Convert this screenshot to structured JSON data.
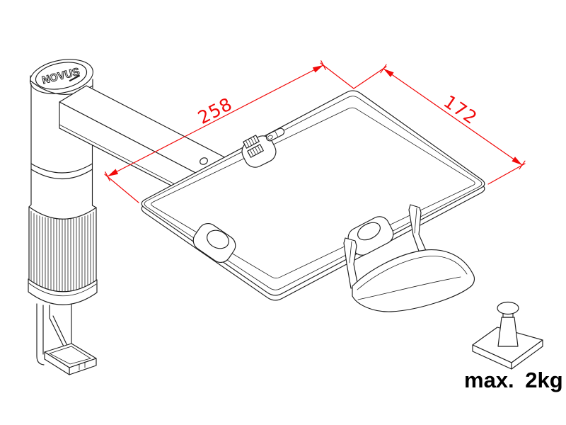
{
  "drawing": {
    "brand_label": "NOVUS",
    "dimensions": {
      "arm_reach_label": "258",
      "tray_depth_label": "172"
    },
    "max_load_label": "max. 2kg",
    "colors": {
      "line": "#1d1d1d",
      "dimension_red": "#f10a0a",
      "background": "#ffffff"
    },
    "icons": {
      "weight": "weight-icon"
    }
  }
}
